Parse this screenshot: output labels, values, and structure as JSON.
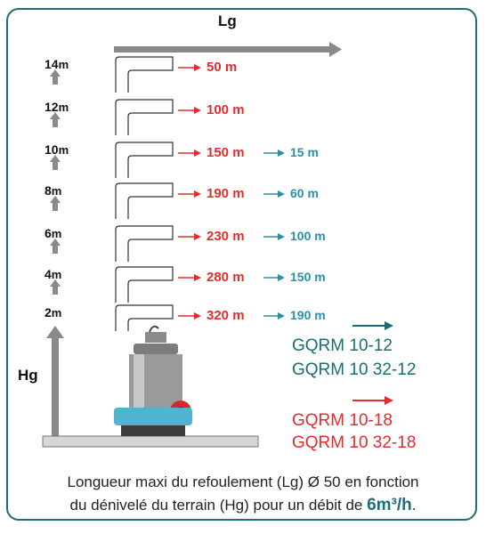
{
  "axis": {
    "lg_label": "Lg",
    "hg_label": "Hg"
  },
  "rows": [
    {
      "height": "14",
      "unit": "m",
      "lg_12": "50 m",
      "lg_18": ""
    },
    {
      "height": "12",
      "unit": "m",
      "lg_12": "100 m",
      "lg_18": ""
    },
    {
      "height": "10",
      "unit": "m",
      "lg_12": "150 m",
      "lg_18": "15 m"
    },
    {
      "height": "8",
      "unit": "m",
      "lg_12": "190 m",
      "lg_18": "60 m"
    },
    {
      "height": "6",
      "unit": "m",
      "lg_12": "230 m",
      "lg_18": "100 m"
    },
    {
      "height": "4",
      "unit": "m",
      "lg_12": "280 m",
      "lg_18": "150 m"
    },
    {
      "height": "2",
      "unit": "m",
      "lg_12": "320 m",
      "lg_18": "190 m"
    }
  ],
  "legend": {
    "group_teal": {
      "color": "#186e72",
      "line1": "GQRM 10-12",
      "line2": "GQRM 10 32-12"
    },
    "group_red": {
      "color": "#e52b2b",
      "line1": "GQRM 10-18",
      "line2": "GQRM 10 32-18"
    }
  },
  "caption": {
    "line1": "Longueur maxi du refoulement (Lg) Ø 50 en fonction",
    "line2": "du dénivelé du terrain (Hg) pour un débit de ",
    "flow": "6m³/h",
    "end": "."
  },
  "colors": {
    "frame": "#1f6e78",
    "red_value": "#e52b2b",
    "blue_value": "#2a8fa8",
    "grey_arrow": "#8a8a8a",
    "pump_base": "#4fb4cf"
  }
}
